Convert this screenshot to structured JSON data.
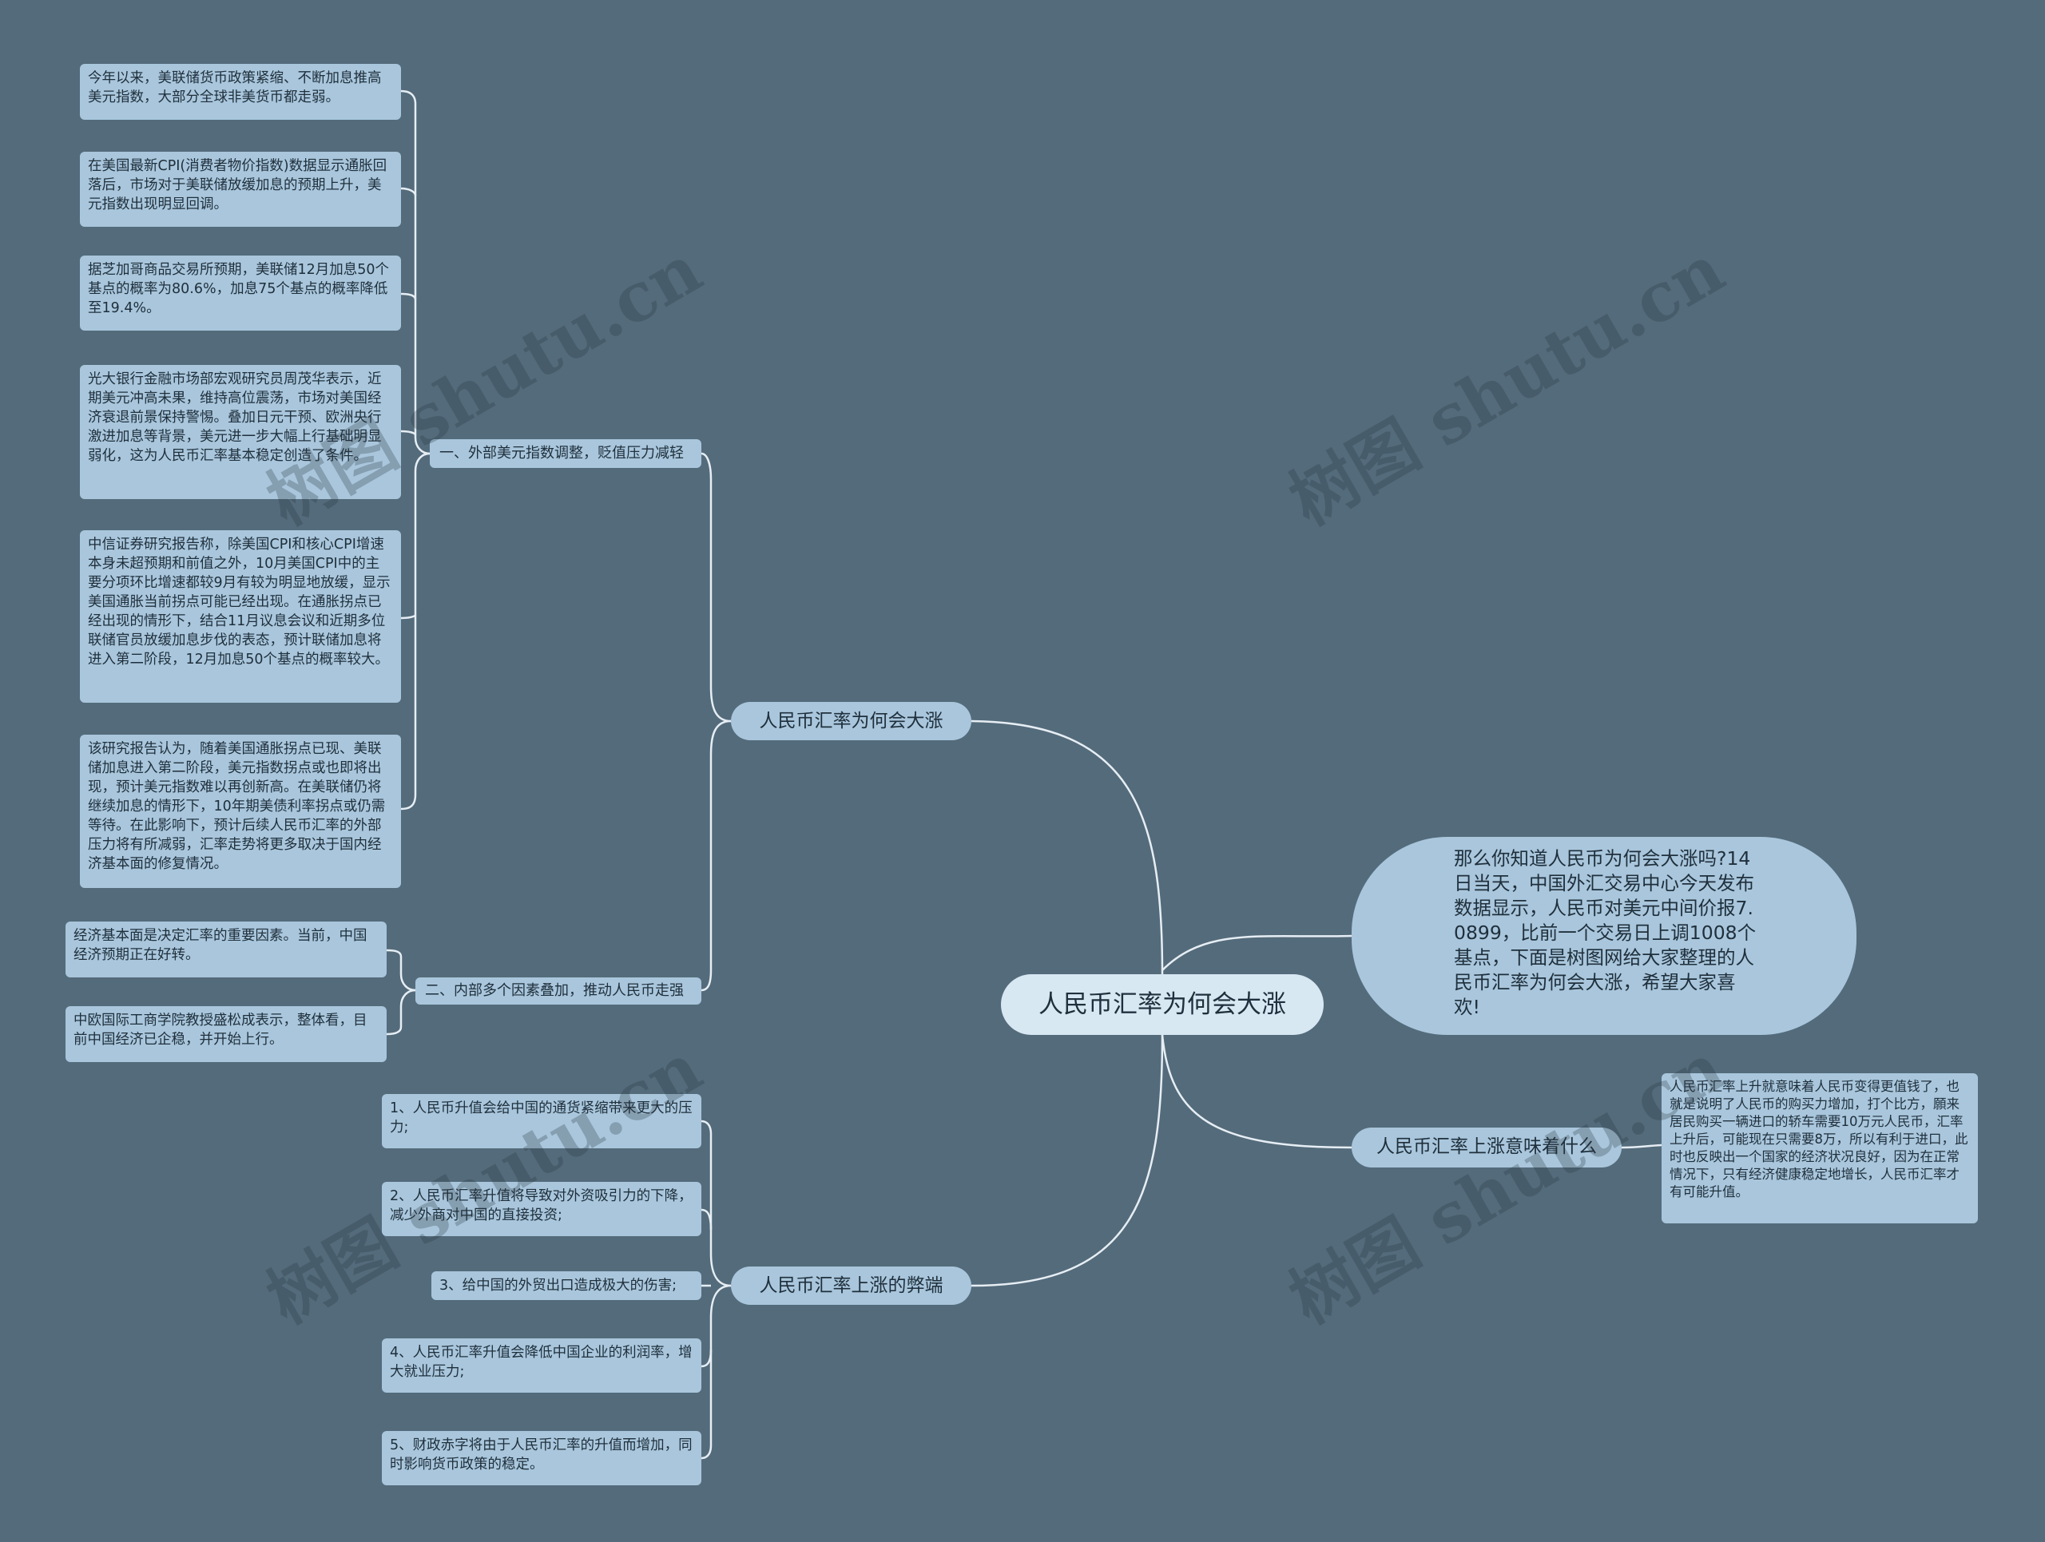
{
  "root": {
    "title": "人民币汇率为何会大涨"
  },
  "intro": {
    "text": "那么你知道人民币为何会大涨吗?14日当天，中国外汇交易中心今天发布数据显示，人民币对美元中间价报7.0899，比前一个交易日上调1008个基点，下面是树图网给大家整理的人民币汇率为何会大涨，希望大家喜欢!"
  },
  "branch_reason": {
    "label": "人民币汇率为何会大涨",
    "sub1": {
      "label": "一、外部美元指数调整，贬值压力减轻",
      "items": [
        "今年以来，美联储货币政策紧缩、不断加息推高美元指数，大部分全球非美货币都走弱。",
        "在美国最新CPI(消费者物价指数)数据显示通胀回落后，市场对于美联储放缓加息的预期上升，美元指数出现明显回调。",
        "据芝加哥商品交易所预期，美联储12月加息50个基点的概率为80.6%，加息75个基点的概率降低至19.4%。",
        "光大银行金融市场部宏观研究员周茂华表示，近期美元冲高未果，维持高位震荡，市场对美国经济衰退前景保持警惕。叠加日元干预、欧洲央行激进加息等背景，美元进一步大幅上行基础明显弱化，这为人民币汇率基本稳定创造了条件。",
        "中信证券研究报告称，除美国CPI和核心CPI增速本身未超预期和前值之外，10月美国CPI中的主要分项环比增速都较9月有较为明显地放缓，显示美国通胀当前拐点可能已经出现。在通胀拐点已经出现的情形下，结合11月议息会议和近期多位联储官员放缓加息步伐的表态，预计联储加息将进入第二阶段，12月加息50个基点的概率较大。",
        "该研究报告认为，随着美国通胀拐点已现、美联储加息进入第二阶段，美元指数拐点或也即将出现，预计美元指数难以再创新高。在美联储仍将继续加息的情形下，10年期美债利率拐点或仍需等待。在此影响下，预计后续人民币汇率的外部压力将有所减弱，汇率走势将更多取决于国内经济基本面的修复情况。"
      ]
    },
    "sub2": {
      "label": "二、内部多个因素叠加，推动人民币走强",
      "items": [
        "经济基本面是决定汇率的重要因素。当前，中国经济预期正在好转。",
        "中欧国际工商学院教授盛松成表示，整体看，目前中国经济已企稳，并开始上行。"
      ]
    }
  },
  "branch_meaning": {
    "label": "人民币汇率上涨意味着什么",
    "text": "人民币汇率上升就意味着人民币变得更值钱了，也就是说明了人民币的购买力增加，打个比方，願来居民购买一辆进口的轿车需要10万元人民币，汇率上升后，可能现在只需要8万，所以有利于进口，此时也反映出一个国家的经济状况良好，因为在正常情况下，只有经济健康稳定地增长，人民币汇率才有可能升值。"
  },
  "branch_harm": {
    "label": "人民币汇率上涨的弊端",
    "items": [
      "1、人民币升值会给中国的通货紧缩带来更大的压力;",
      "2、人民币汇率升值将导致对外资吸引力的下降，减少外商对中国的直接投资;",
      "3、给中国的外贸出口造成极大的伤害;",
      "4、人民币汇率升值会降低中国企业的利润率，增大就业压力;",
      "5、财政赤字将由于人民币汇率的升值而增加，同时影响货币政策的稳定。"
    ]
  },
  "watermark": {
    "text": "树图 shutu.cn"
  },
  "colors": {
    "background": "#546b7b",
    "node": "#a9c6dc",
    "root": "#d8e8f3",
    "line": "#e6eef4"
  }
}
